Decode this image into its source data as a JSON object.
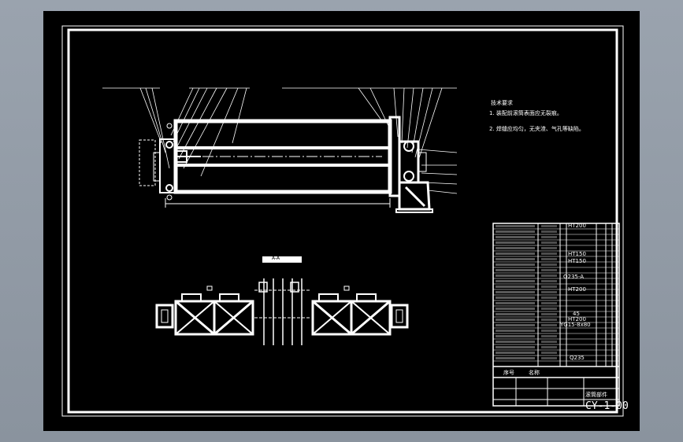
{
  "drawing": {
    "title_block": {
      "part_name": "滚筒部件",
      "drawing_number": "CY-1-00"
    },
    "technical_requirements": {
      "heading": "技术要求",
      "items": [
        "1. 装配前滚筒表面应无裂痕。",
        "2. 焊缝应均匀，无夹渣、气孔等缺陷。"
      ]
    },
    "bom_materials": [
      "HT200",
      "HT150",
      "HT150",
      "Q235-A",
      "HT200",
      "45",
      "HT200",
      "YG15-8x80",
      "Q235"
    ],
    "bom_header": [
      "序号",
      "名称"
    ],
    "section_label": "A-A"
  }
}
